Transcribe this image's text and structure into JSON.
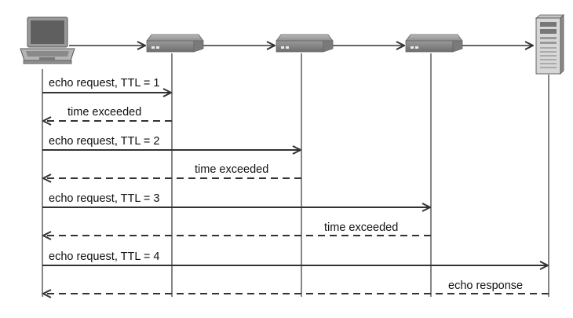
{
  "nodes": [
    {
      "id": "host",
      "name": "laptop-icon"
    },
    {
      "id": "router1",
      "name": "router-1-icon"
    },
    {
      "id": "router2",
      "name": "router-2-icon"
    },
    {
      "id": "router3",
      "name": "router-3-icon"
    },
    {
      "id": "server",
      "name": "server-icon"
    }
  ],
  "messages": [
    {
      "label": "echo request, TTL = 1",
      "from": "host",
      "to": "router1",
      "style": "solid"
    },
    {
      "label": "time exceeded",
      "from": "router1",
      "to": "host",
      "style": "dashed"
    },
    {
      "label": "echo request, TTL = 2",
      "from": "host",
      "to": "router2",
      "style": "solid"
    },
    {
      "label": "time exceeded",
      "from": "router2",
      "to": "host",
      "style": "dashed"
    },
    {
      "label": "echo request, TTL = 3",
      "from": "host",
      "to": "router3",
      "style": "solid"
    },
    {
      "label": "time exceeded",
      "from": "router3",
      "to": "host",
      "style": "dashed"
    },
    {
      "label": "echo request, TTL = 4",
      "from": "host",
      "to": "server",
      "style": "solid"
    },
    {
      "label": "echo response",
      "from": "server",
      "to": "host",
      "style": "dashed"
    }
  ],
  "colors": {
    "line": "#333333",
    "device": "#8a8a8a"
  }
}
